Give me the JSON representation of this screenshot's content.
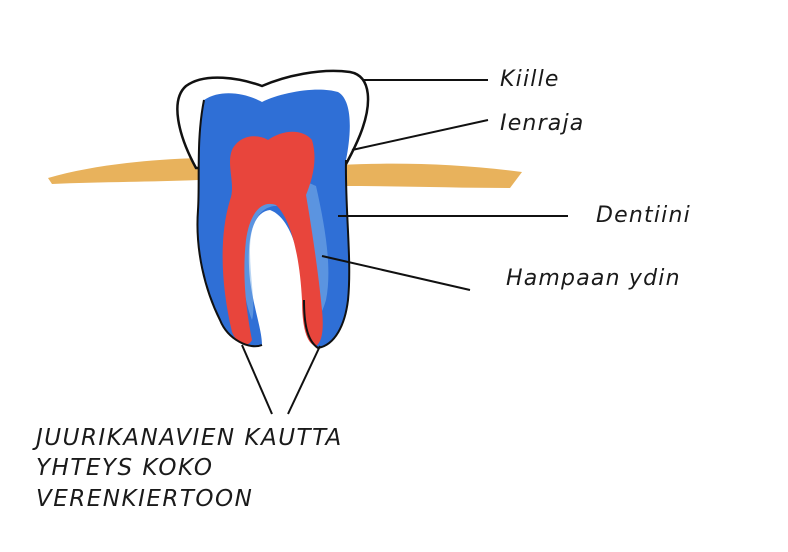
{
  "labels": {
    "enamel": "Kiille",
    "gumline": "Ienraja",
    "dentin": "Dentiini",
    "pulp": "Hampaan ydin"
  },
  "caption": {
    "line1": "JUURIKANAVIEN KAUTTA",
    "line2": "YHTEYS KOKO",
    "line3": "VERENKIERTOON"
  },
  "colors": {
    "gum": "#e8b25c",
    "enamel": "#ffffff",
    "dentin": "#2f6fd6",
    "dentin_light": "#7fb2ea",
    "pulp": "#e8453c",
    "outline": "#111111"
  }
}
